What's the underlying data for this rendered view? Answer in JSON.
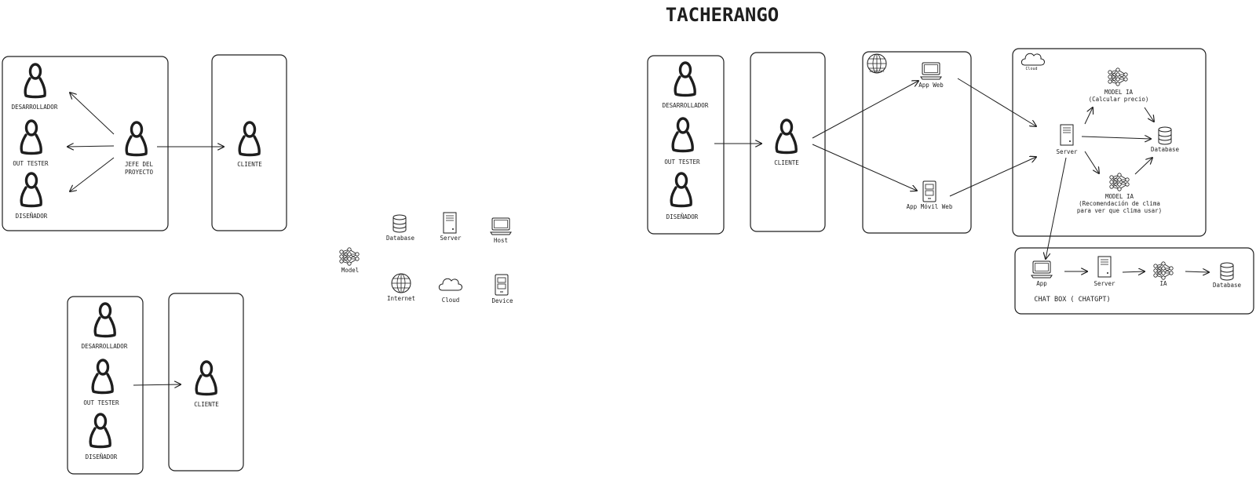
{
  "title": "TACHERANGO",
  "diagram1": {
    "desarrollador": "DESARROLLADOR",
    "out_tester": "OUT TESTER",
    "disenador": "DISEÑADOR",
    "jefe_line1": "JEFE DEL",
    "jefe_line2": "PROYECTO",
    "cliente": "CLIENTE"
  },
  "diagram2": {
    "desarrollador": "DESARROLLADOR",
    "out_tester": "OUT TESTER",
    "disenador": "DISEÑADOR",
    "cliente": "CLIENTE"
  },
  "legend": {
    "model": "Model",
    "database": "Database",
    "server": "Server",
    "host": "Host",
    "internet": "Internet",
    "cloud": "Cloud",
    "device": "Device"
  },
  "architecture": {
    "desarrollador": "DESARROLLADOR",
    "out_tester": "OUT TESTER",
    "disenador": "DISEÑADOR",
    "cliente": "CLIENTE",
    "internet_tag": "Internet",
    "app_web": "App Web",
    "app_movil": "App Móvil Web",
    "cloud_tag": "Cloud",
    "server": "Server",
    "database": "Database",
    "model_ia_1": "MODEL IA",
    "model_ia_1_sub": "(Calcular precio)",
    "model_ia_2": "MODEL IA",
    "model_ia_2_sub1": "(Recomendación de clima",
    "model_ia_2_sub2": "para ver que clima usar)"
  },
  "chatbox": {
    "app": "App",
    "server": "Server",
    "ia": "IA",
    "database": "Database",
    "label": "CHAT BOX ( CHATGPT)"
  }
}
